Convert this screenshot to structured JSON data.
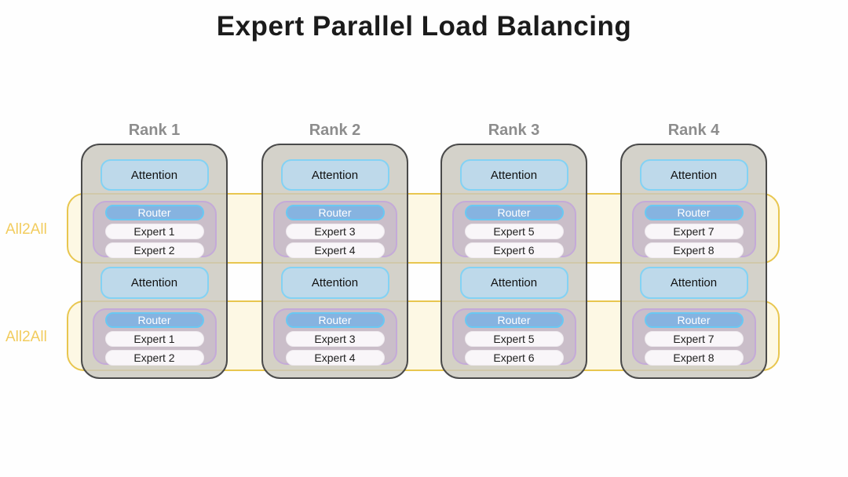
{
  "title": "Expert Parallel Load Balancing",
  "labels": {
    "attention": "Attention",
    "router": "Router"
  },
  "bands": [
    {
      "label": "All2All"
    },
    {
      "label": "All2All"
    }
  ],
  "ranks": [
    {
      "label": "Rank 1",
      "experts": [
        "Expert 1",
        "Expert 2"
      ]
    },
    {
      "label": "Rank 2",
      "experts": [
        "Expert 3",
        "Expert 4"
      ]
    },
    {
      "label": "Rank 3",
      "experts": [
        "Expert 5",
        "Expert 6"
      ]
    },
    {
      "label": "Rank 4",
      "experts": [
        "Expert 7",
        "Expert 8"
      ]
    }
  ],
  "colors": {
    "band_border": "#e8c64f",
    "band_fill": "#fdf8e4",
    "band_label_text": "#f2cc5e",
    "rank_fill": "#cbc8be",
    "rank_border": "#4a4a4a",
    "rank_label_text": "#8d8d8d",
    "attention_fill": "#bed9ea",
    "attention_border": "#83d2f4",
    "moe_fill": "#cabec9",
    "moe_border": "#c4aad8",
    "router_fill": "#86b3e0",
    "router_border": "#69c8f2",
    "expert_fill": "#f9f6f9",
    "title_text": "#1b1b1b"
  }
}
